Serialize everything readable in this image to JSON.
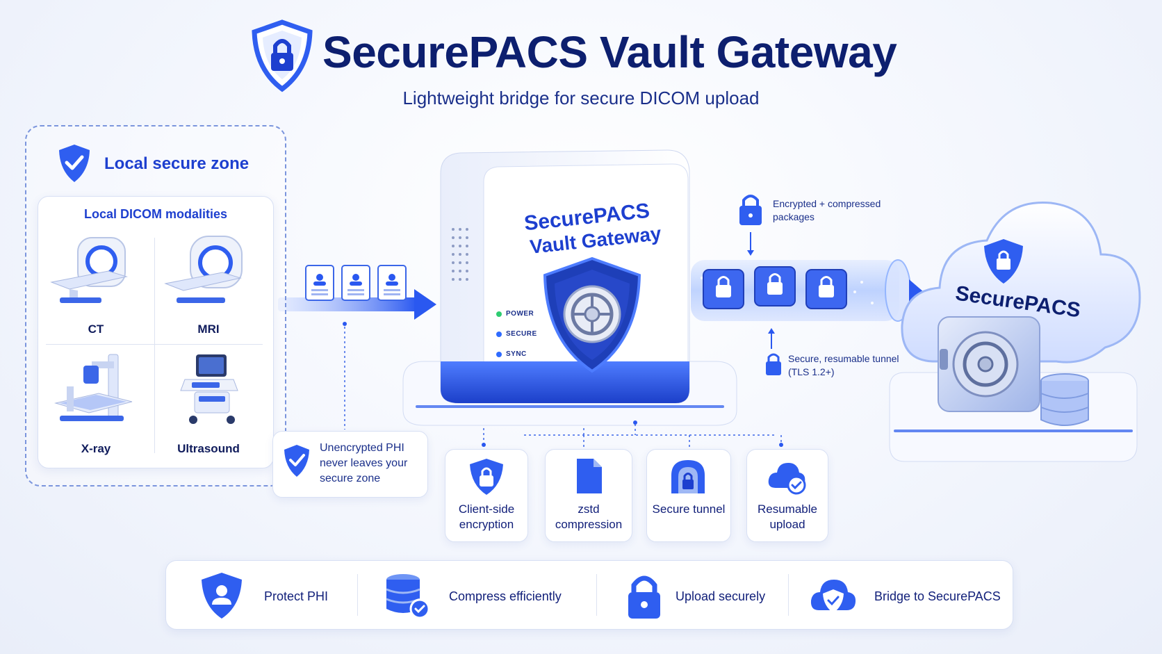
{
  "header": {
    "title": "SecurePACS Vault Gateway",
    "subtitle": "Lightweight bridge for secure DICOM upload",
    "logo_icon": "shield-lock-icon"
  },
  "local_zone": {
    "title": "Local secure zone",
    "icon": "shield-check-icon",
    "modalities_title": "Local DICOM modalities",
    "modalities": [
      {
        "label": "CT",
        "icon": "ct-scanner-icon"
      },
      {
        "label": "MRI",
        "icon": "mri-scanner-icon"
      },
      {
        "label": "X-ray",
        "icon": "xray-machine-icon"
      },
      {
        "label": "Ultrasound",
        "icon": "ultrasound-machine-icon"
      }
    ]
  },
  "phi_note": {
    "text": "Unencrypted PHI never leaves your secure zone",
    "icon": "shield-check-icon"
  },
  "gateway": {
    "label_line1": "SecurePACS",
    "label_line2": "Vault Gateway",
    "leds": [
      "POWER",
      "SECURE",
      "SYNC"
    ]
  },
  "tunnel": {
    "top_note": "Encrypted + compressed packages",
    "bottom_note": "Secure, resumable tunnel (TLS 1.2+)"
  },
  "cloud": {
    "label": "SecurePACS"
  },
  "features": [
    {
      "label": "Client-side encryption",
      "icon": "padlock-shield-icon"
    },
    {
      "label": "zstd compression",
      "icon": "compressed-file-icon"
    },
    {
      "label": "Secure tunnel",
      "icon": "tunnel-lock-icon"
    },
    {
      "label": "Resumable upload",
      "icon": "cloud-sync-icon"
    }
  ],
  "benefits": [
    {
      "label": "Protect PHI",
      "icon": "shield-user-icon"
    },
    {
      "label": "Compress efficiently",
      "icon": "database-check-icon"
    },
    {
      "label": "Upload securely",
      "icon": "padlock-icon"
    },
    {
      "label": "Bridge to SecurePACS",
      "icon": "cloud-shield-icon"
    }
  ],
  "colors": {
    "primary": "#1d3fcf",
    "navy": "#0d1f6f",
    "accent_blue": "#2f6bff",
    "background": "#f3f6fd"
  }
}
